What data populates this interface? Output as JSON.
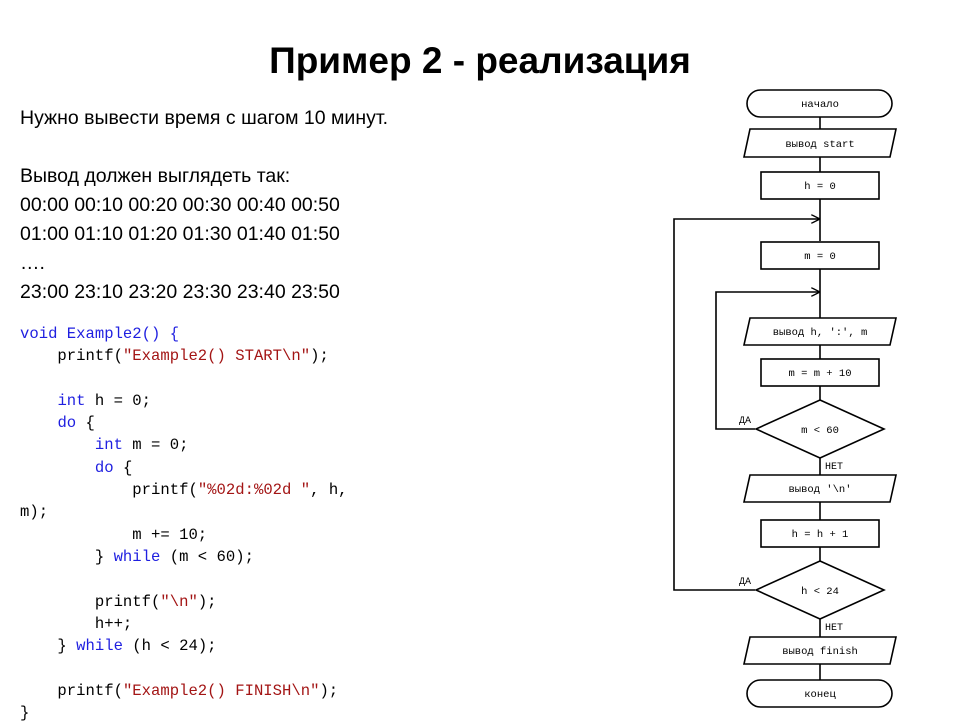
{
  "title": "Пример 2 - реализация",
  "description": [
    "Нужно вывести время с шагом 10 минут.",
    "",
    "Вывод должен выглядеть так:",
    "00:00 00:10 00:20 00:30 00:40 00:50",
    "01:00 01:10 01:20 01:30 01:40 01:50",
    "….",
    "23:00 23:10 23:20 23:30 23:40 23:50"
  ],
  "code": {
    "l1": "void Example2() {",
    "l2_a": "    printf(",
    "l2_s": "\"Example2() START\\n\"",
    "l2_b": ");",
    "l4_k": "int",
    "l4_t": " h = 0;",
    "l5_k": "do",
    "l5_t": " {",
    "l6_k": "int",
    "l6_t": " m = 0;",
    "l7_k": "do",
    "l7_t": " {",
    "l8_a": "            printf(",
    "l8_s": "\"%02d:%02d \"",
    "l8_b": ", h,",
    "l9": "m);",
    "l10": "            m += 10;",
    "l11_a": "        } ",
    "l11_k": "while",
    "l11_b": " (m < 60);",
    "l13_a": "        printf(",
    "l13_s": "\"\\n\"",
    "l13_b": ");",
    "l14": "        h++;",
    "l15_a": "    } ",
    "l15_k": "while",
    "l15_b": " (h < 24);",
    "l17_a": "    printf(",
    "l17_s": "\"Example2() FINISH\\n\"",
    "l17_b": ");",
    "l18": "}"
  },
  "flowchart": {
    "start": "начало",
    "out_start": "вывод start",
    "h0": "h = 0",
    "m0": "m = 0",
    "out_hm": "вывод h, ':', m",
    "m_inc": "m = m + 10",
    "cond_m": "m < 60",
    "out_nl": "вывод '\\n'",
    "h_inc": "h = h + 1",
    "cond_h": "h < 24",
    "out_finish": "вывод finish",
    "end": "конец",
    "yes": "ДА",
    "no": "НЕТ"
  }
}
